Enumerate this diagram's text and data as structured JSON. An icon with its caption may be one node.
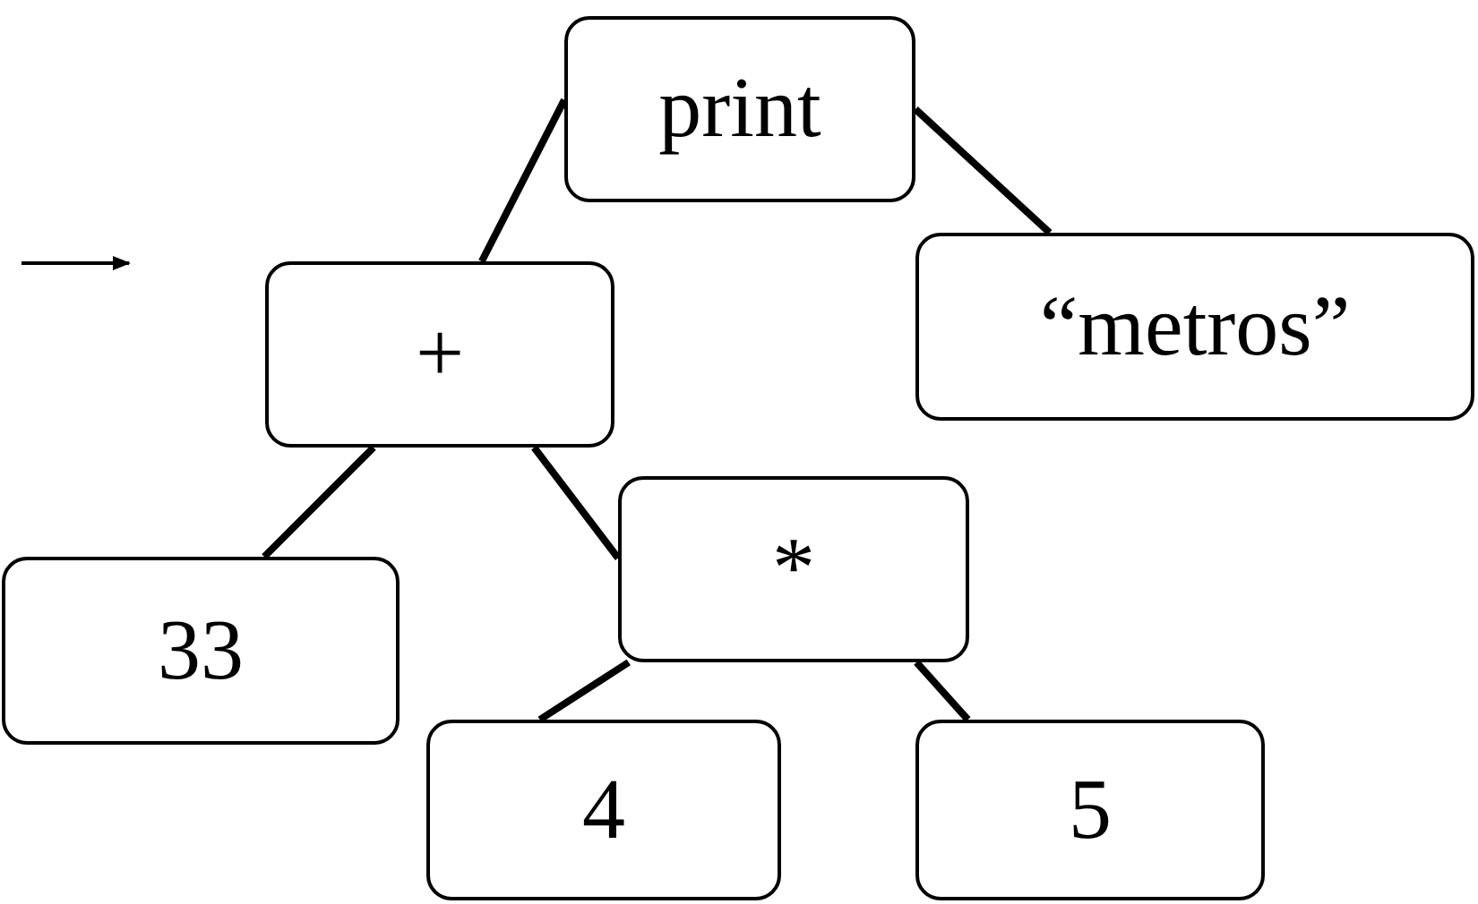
{
  "diagram": {
    "nodes": [
      {
        "text": [
          "print"
        ]
      },
      {
        "text": [
          "+"
        ]
      },
      {
        "text": [
          "“metros”"
        ]
      },
      {
        "text": [
          "33"
        ]
      },
      {
        "text": [
          "*"
        ]
      },
      {
        "text": [
          "4"
        ]
      },
      {
        "text": [
          "5"
        ]
      }
    ],
    "edges": [
      {
        "from": 0,
        "to": 1,
        "arrow": "none"
      },
      {
        "from": 0,
        "to": 2,
        "arrow": "none"
      },
      {
        "from": 1,
        "to": 3,
        "arrow": "none"
      },
      {
        "from": 1,
        "to": 4,
        "arrow": "none"
      },
      {
        "from": 4,
        "to": 5,
        "arrow": "none"
      },
      {
        "from": 4,
        "to": 6,
        "arrow": "none"
      }
    ]
  }
}
